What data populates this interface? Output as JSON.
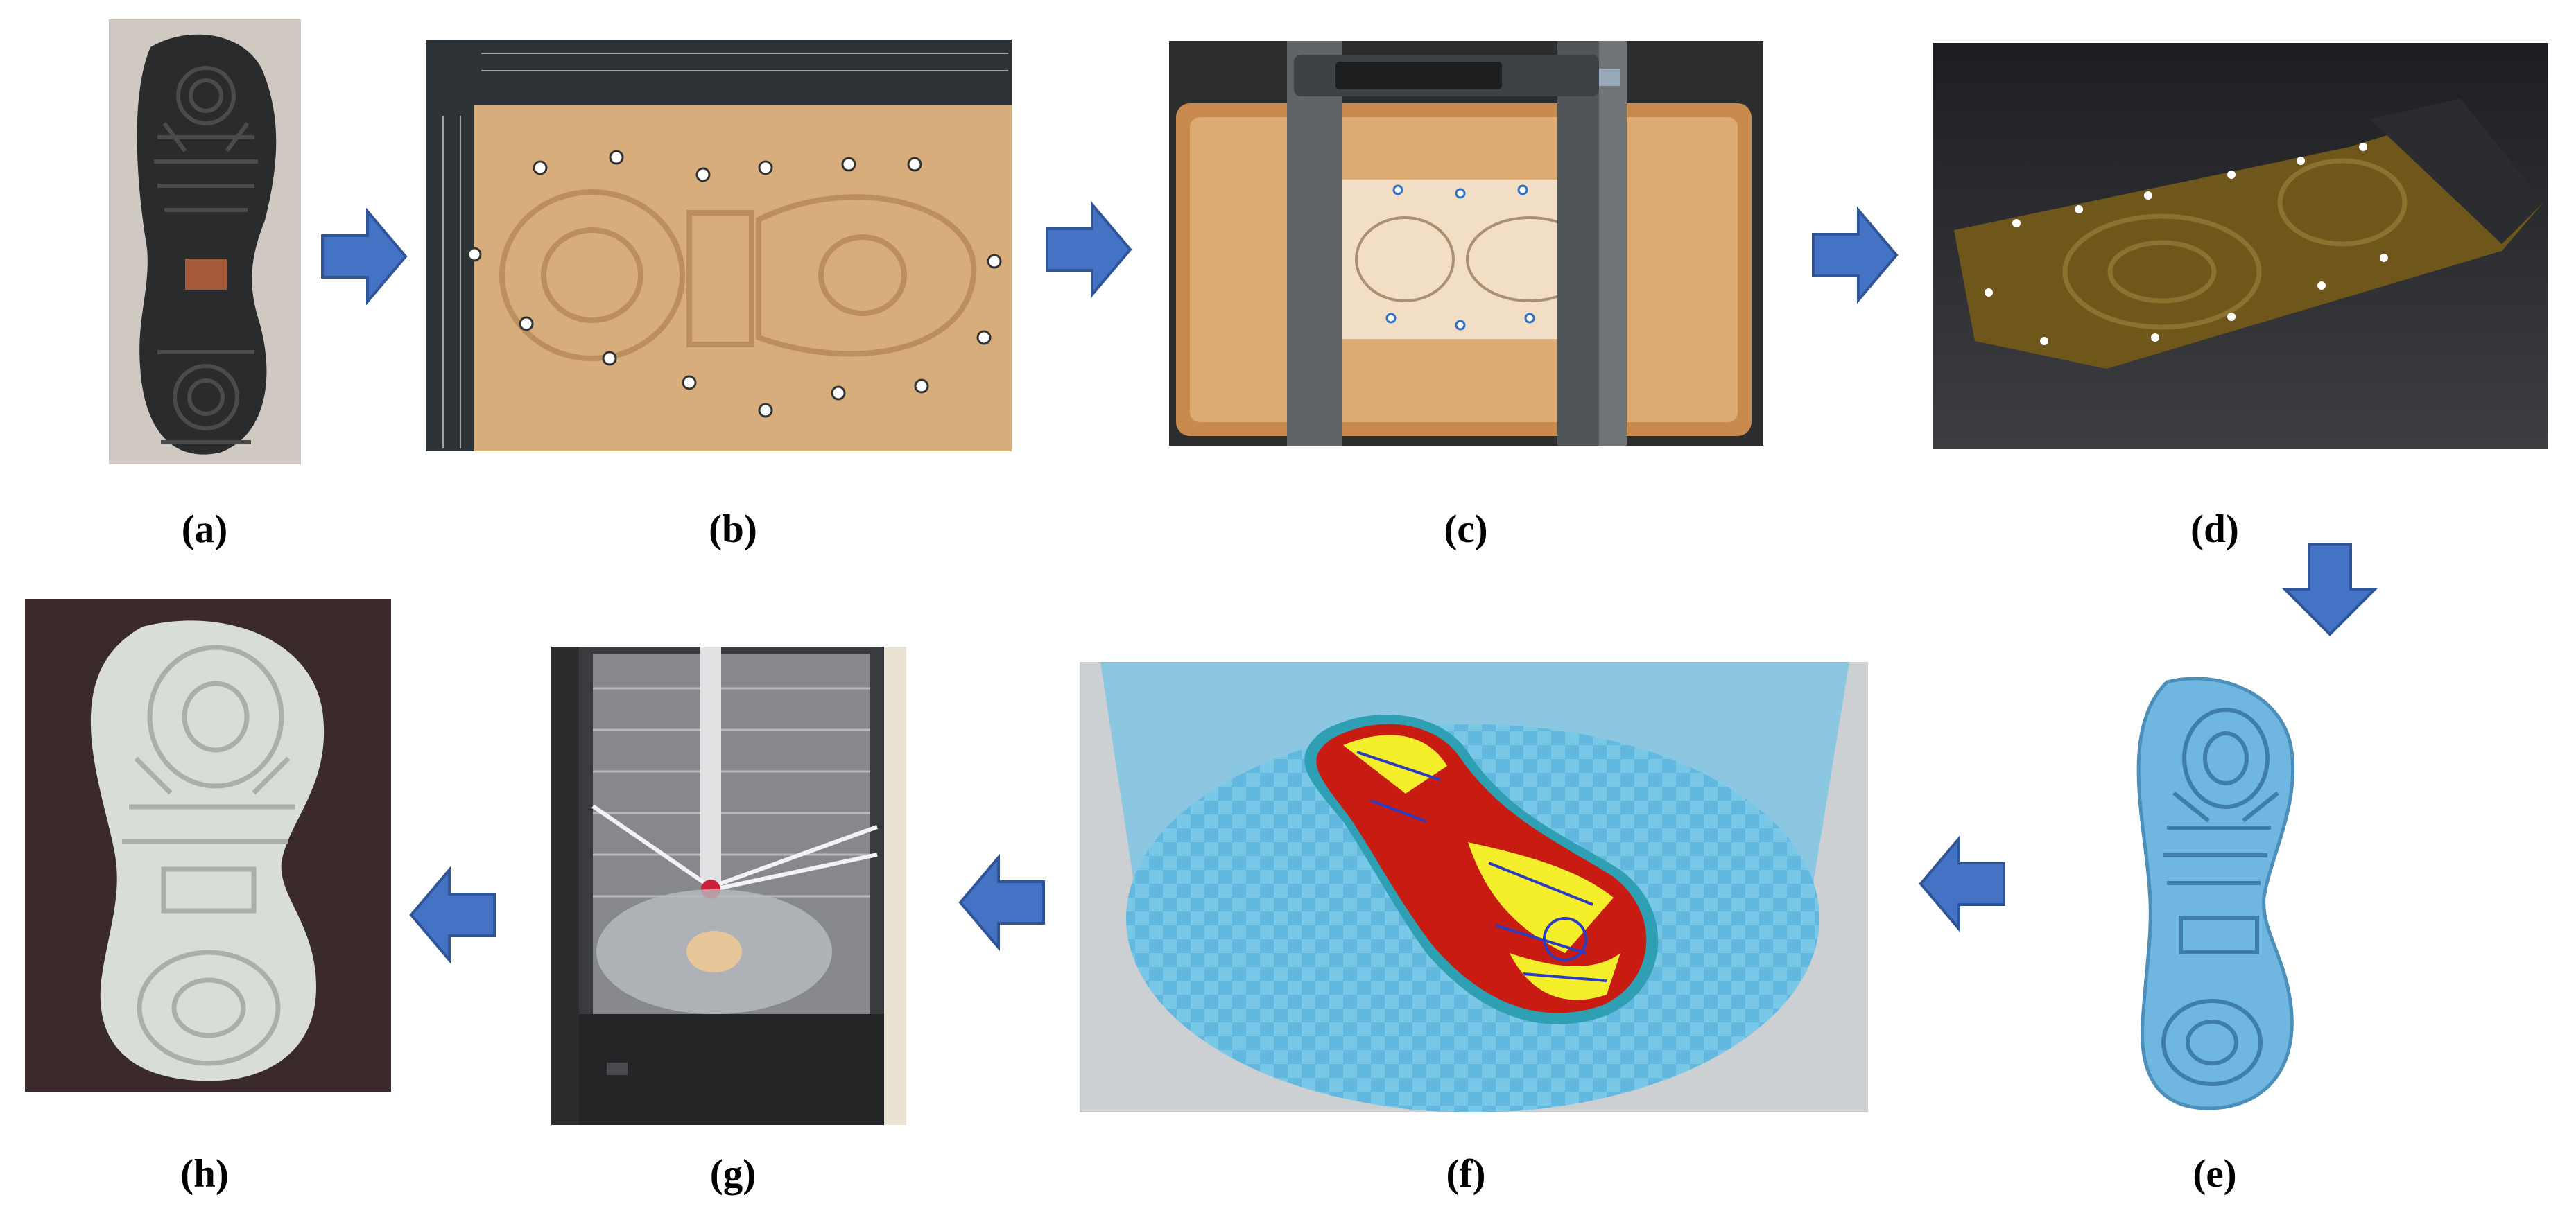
{
  "figure": {
    "panels": [
      {
        "id": "a",
        "caption": "(a)"
      },
      {
        "id": "b",
        "caption": "(b)"
      },
      {
        "id": "c",
        "caption": "(c)"
      },
      {
        "id": "d",
        "caption": "(d)"
      },
      {
        "id": "e",
        "caption": "(e)"
      },
      {
        "id": "f",
        "caption": "(f)"
      },
      {
        "id": "g",
        "caption": "(g)"
      },
      {
        "id": "h",
        "caption": "(h)"
      }
    ],
    "colors": {
      "arrow_fill": "#4472C4",
      "arrow_stroke": "#2F5597",
      "sand": "#D9A873",
      "printed_sole": "#D8DDD5",
      "scan_blue": "#6FB6E0",
      "slicer_background": "#8CC7E2"
    }
  }
}
